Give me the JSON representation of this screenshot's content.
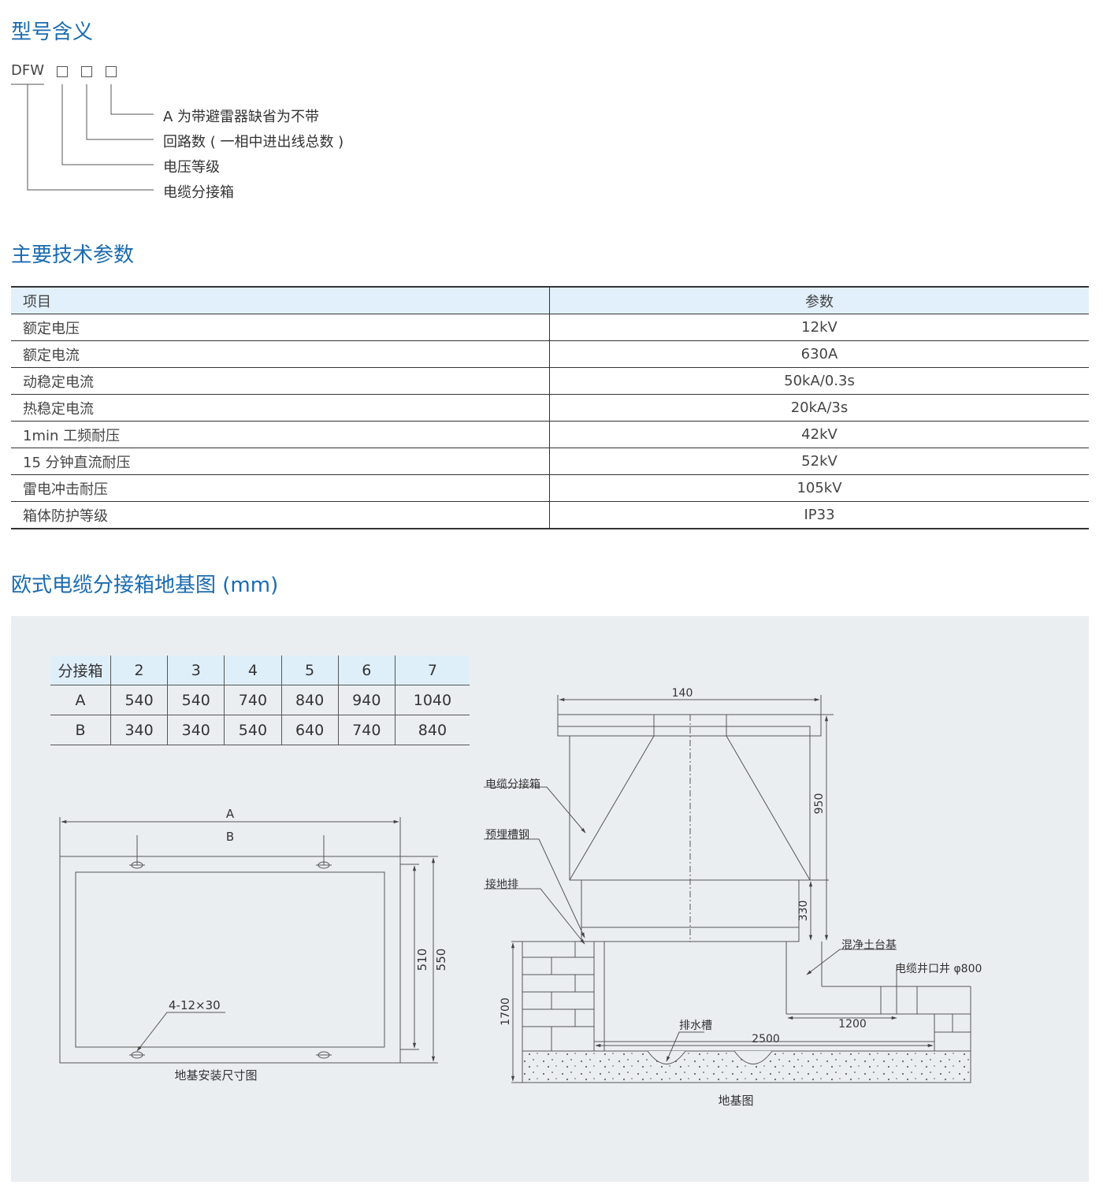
{
  "sections": {
    "model_title": "型号含义",
    "params_title": "主要技术参数",
    "foundation_title": "欧式电缆分接箱地基图 (mm)"
  },
  "model": {
    "code": "DFW",
    "lines": [
      "A 为带避雷器缺省为不带",
      "回路数 ( 一相中进出线总数 )",
      "电压等级",
      "电缆分接箱"
    ]
  },
  "params": {
    "headers": [
      "项目",
      "参数"
    ],
    "rows": [
      [
        "额定电压",
        "12kV"
      ],
      [
        "额定电流",
        "630A"
      ],
      [
        "动稳定电流",
        "50kA/0.3s"
      ],
      [
        "热稳定电流",
        "20kA/3s"
      ],
      [
        "1min 工频耐压",
        "42kV"
      ],
      [
        "15 分钟直流耐压",
        "52kV"
      ],
      [
        "雷电冲击耐压",
        "105kV"
      ],
      [
        "箱体防护等级",
        "IP33"
      ]
    ]
  },
  "dim_table": {
    "head": [
      "分接箱",
      "2",
      "3",
      "4",
      "5",
      "6",
      "7"
    ],
    "rows": [
      [
        "A",
        "540",
        "540",
        "740",
        "840",
        "940",
        "1040"
      ],
      [
        "B",
        "340",
        "340",
        "540",
        "640",
        "740",
        "840"
      ]
    ]
  },
  "drawing_left": {
    "label_a": "A",
    "label_b": "B",
    "dim_510": "510",
    "dim_550": "550",
    "hole": "4-12×30",
    "caption": "地基安装尺寸图"
  },
  "drawing_right": {
    "dim_140": "140",
    "dim_950": "950",
    "dim_330": "330",
    "dim_1700": "1700",
    "dim_1200": "1200",
    "dim_2500": "2500",
    "label_box": "电缆分接箱",
    "label_channel": "预埋槽钢",
    "label_ground": "接地排",
    "label_concrete": "混净土台基",
    "label_well": "电缆井口井 φ800",
    "label_drain": "排水槽",
    "caption": "地基图"
  }
}
